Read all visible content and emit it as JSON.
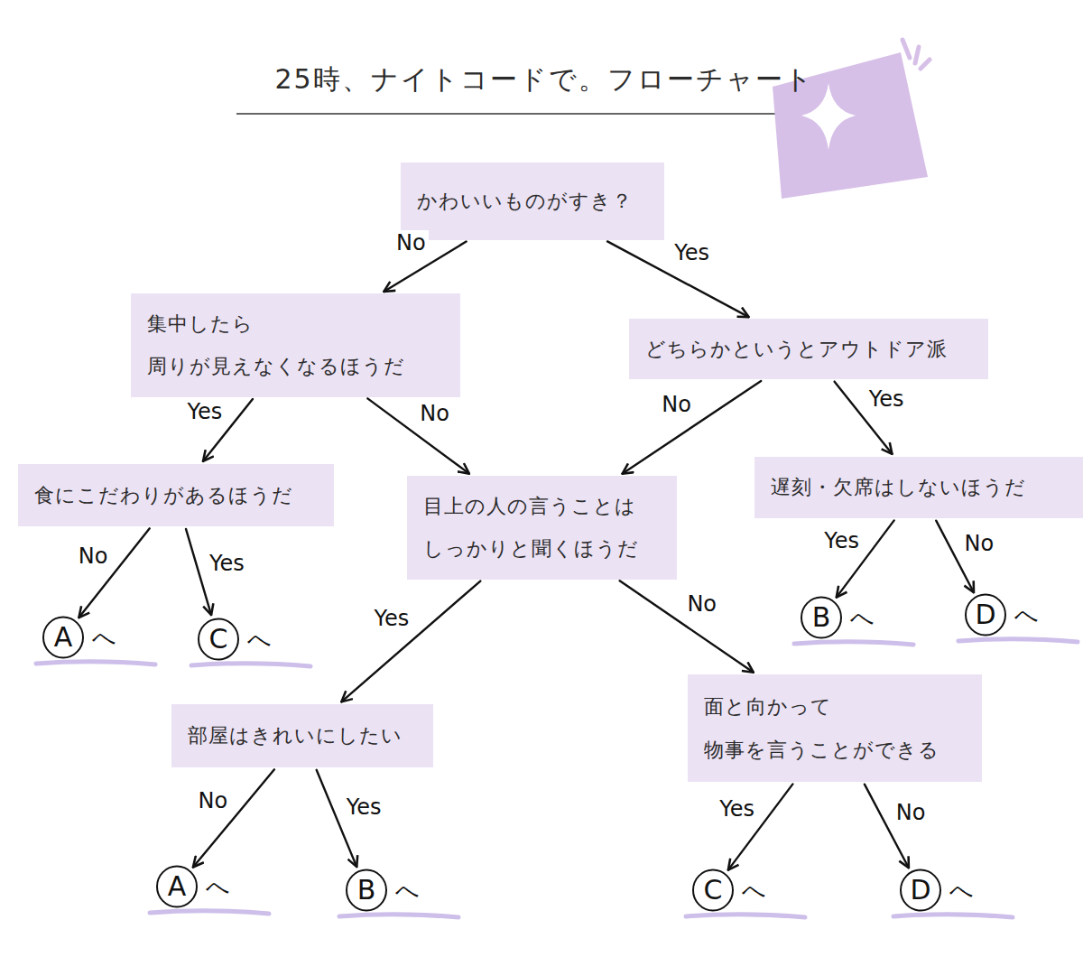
{
  "diagram": {
    "title": "25時、ナイトコードで。フローチャート",
    "nodes": [
      {
        "text": [
          "かわいいものがすき？"
        ]
      },
      {
        "text": [
          "集中したら 周りが見えなくなるほうだ"
        ]
      },
      {
        "text": [
          "どちらかというとアウトドア派"
        ]
      },
      {
        "text": [
          "食にこだわりがあるほうだ"
        ]
      },
      {
        "text": [
          "目上の人の言うことは しっかりと聞くほうだ"
        ]
      },
      {
        "text": [
          "遅刻・欠席はしないほうだ"
        ]
      },
      {
        "text": [
          "A",
          "へ"
        ]
      },
      {
        "text": [
          "C",
          "へ"
        ]
      },
      {
        "text": [
          "部屋はきれいにしたい"
        ]
      },
      {
        "text": [
          "B",
          "へ"
        ]
      },
      {
        "text": [
          "D",
          "へ"
        ]
      },
      {
        "text": [
          "面と向かって 物事を言うことができる"
        ]
      },
      {
        "text": [
          "A",
          "へ"
        ]
      },
      {
        "text": [
          "B",
          "へ"
        ]
      },
      {
        "text": [
          "C",
          "へ"
        ]
      },
      {
        "text": [
          "D",
          "へ"
        ]
      }
    ],
    "edges": [
      {
        "from": 0,
        "to": 1,
        "label": "No",
        "arrow": "to"
      },
      {
        "from": 0,
        "to": 2,
        "label": "Yes",
        "arrow": "to"
      },
      {
        "from": 1,
        "to": 3,
        "label": "Yes",
        "arrow": "to"
      },
      {
        "from": 1,
        "to": 4,
        "label": "No",
        "arrow": "to"
      },
      {
        "from": 2,
        "to": 4,
        "label": "No",
        "arrow": "to"
      },
      {
        "from": 2,
        "to": 5,
        "label": "Yes",
        "arrow": "to"
      },
      {
        "from": 3,
        "to": 6,
        "label": "No",
        "arrow": "to"
      },
      {
        "from": 3,
        "to": 7,
        "label": "Yes",
        "arrow": "to"
      },
      {
        "from": 4,
        "to": 8,
        "label": "Yes",
        "arrow": "to"
      },
      {
        "from": 4,
        "to": 11,
        "label": "No",
        "arrow": "to"
      },
      {
        "from": 5,
        "to": 9,
        "label": "Yes",
        "arrow": "to"
      },
      {
        "from": 5,
        "to": 10,
        "label": "No",
        "arrow": "to"
      },
      {
        "from": 8,
        "to": 12,
        "label": "No",
        "arrow": "to"
      },
      {
        "from": 8,
        "to": 13,
        "label": "Yes",
        "arrow": "to"
      },
      {
        "from": 11,
        "to": 14,
        "label": "Yes",
        "arrow": "to"
      },
      {
        "from": 11,
        "to": 15,
        "label": "No",
        "arrow": "to"
      }
    ]
  }
}
